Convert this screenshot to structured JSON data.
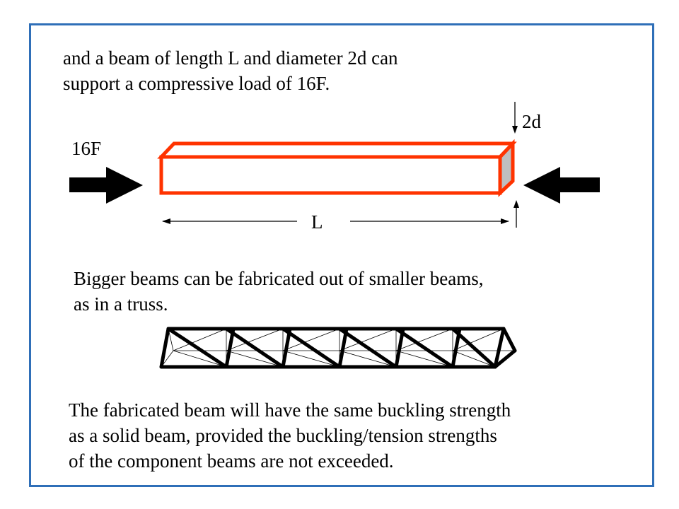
{
  "intro": {
    "line1": "and a beam of length L and diameter 2d can",
    "line2": "support a compressive load of 16F."
  },
  "beam_diagram": {
    "load_label": "16F",
    "diameter_label": "2d",
    "length_label": "L",
    "beam_color": "#ff3300",
    "end_face_color": "#bfbfbf"
  },
  "truss_caption": {
    "line1": "Bigger beams can be fabricated out of smaller beams,",
    "line2": "as in a truss."
  },
  "conclusion": {
    "line1": "The fabricated beam will have the same buckling strength",
    "line2": "as a solid beam, provided the buckling/tension strengths",
    "line3": "of the component beams are not exceeded."
  },
  "colors": {
    "frame_border": "#2f6fb8"
  }
}
